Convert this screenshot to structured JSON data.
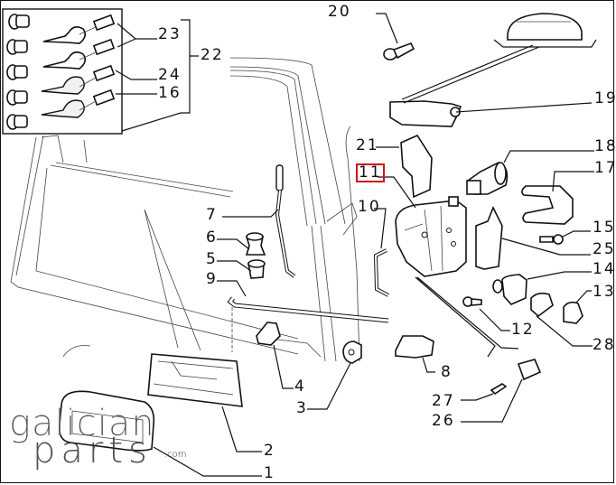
{
  "diagram": {
    "title": "Door lock and handle assembly exploded view",
    "highlighted_callout": "11",
    "highlight_color": "#d0121b",
    "callouts": {
      "c1": "1",
      "c2": "2",
      "c3": "3",
      "c4": "4",
      "c5": "5",
      "c6": "6",
      "c7": "7",
      "c8": "8",
      "c9": "9",
      "c10": "10",
      "c11": "11",
      "c12": "12",
      "c13": "13",
      "c14": "14",
      "c15": "15",
      "c16": "16",
      "c17": "17",
      "c18": "18",
      "c19": "19",
      "c20": "20",
      "c21": "21",
      "c22": "22",
      "c23": "23",
      "c24": "24",
      "c25": "25",
      "c26": "26",
      "c27": "27",
      "c28": "28"
    }
  },
  "watermark": {
    "line1": "galician",
    "line2": "parts",
    "suffix": ".com",
    "accent_color": "#b6d3ea"
  }
}
